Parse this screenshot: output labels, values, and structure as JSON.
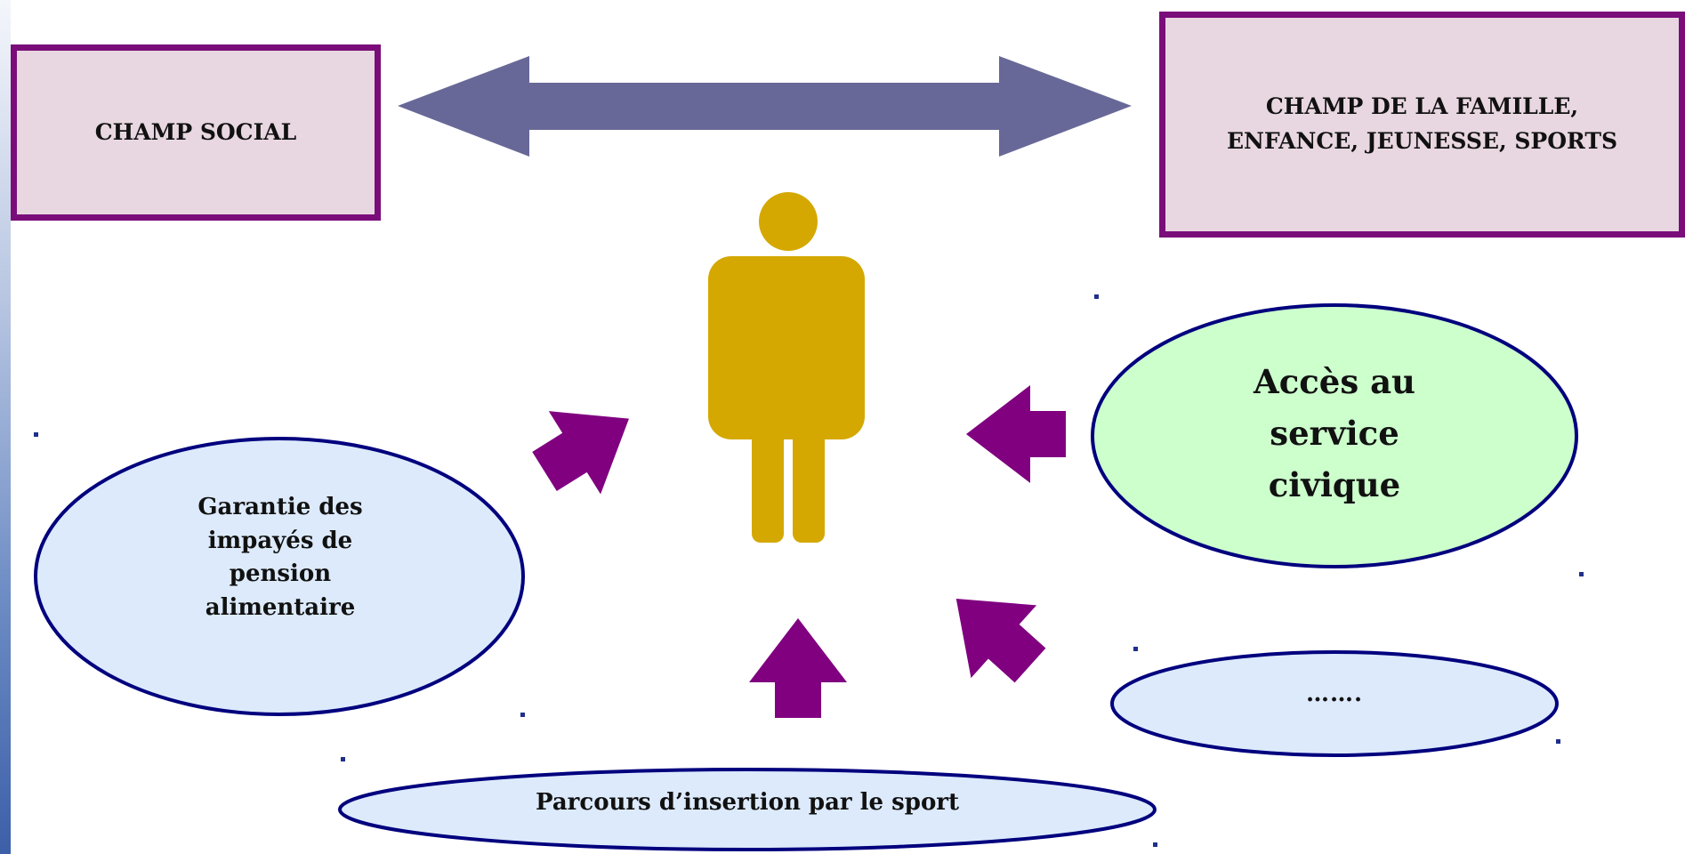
{
  "top_left_box": {
    "label": "CHAMP SOCIAL"
  },
  "top_right_box": {
    "line1": "CHAMP DE LA FAMILLE,",
    "line2": "ENFANCE, JEUNESSE, SPORTS"
  },
  "ovals": {
    "guarantee": {
      "lines": [
        "Garantie des",
        "impayés de",
        "pension",
        "alimentaire"
      ]
    },
    "civic_service": {
      "lines": [
        "Accès au",
        "service",
        "civique"
      ]
    },
    "other": {
      "label": "……."
    },
    "sport": {
      "label": "Parcours d’insertion par le sport"
    }
  },
  "colors": {
    "box_fill": "#e8d7e1",
    "box_border": "#7a0d7a",
    "double_arrow": "#686898",
    "small_arrows": "#800080",
    "person": "#d4a800",
    "oval_blue_fill": "#dceafb",
    "oval_green_fill": "#ccffcc",
    "oval_border": "#00007e"
  },
  "icons": {
    "person": "person-icon"
  }
}
